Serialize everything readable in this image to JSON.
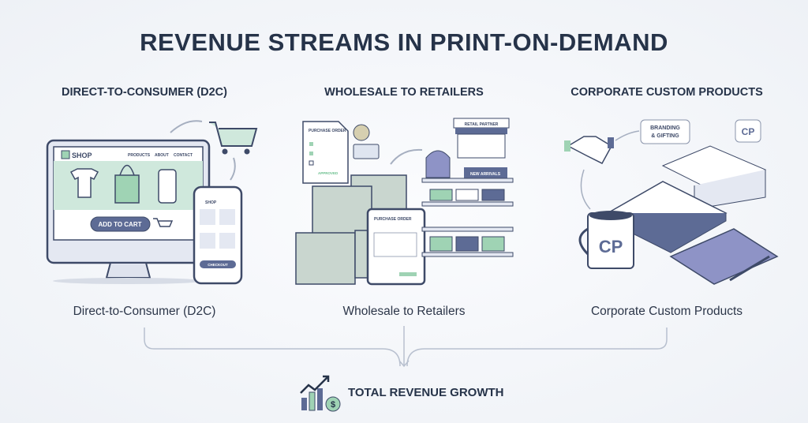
{
  "title": "REVENUE STREAMS IN PRINT-ON-DEMAND",
  "streams": [
    {
      "heading": "DIRECT-TO-CONSUMER (D2C)",
      "caption": "Direct-to-Consumer (D2C)",
      "illustration": {
        "shop_label": "SHOP",
        "nav": [
          "PRODUCTS",
          "ABOUT",
          "CONTACT"
        ],
        "button": "ADD TO CART",
        "phone_shop_label": "SHOP",
        "phone_button": "CHECKOUT"
      }
    },
    {
      "heading": "WHOLESALE TO RETAILERS",
      "caption": "Wholesale to Retailers",
      "illustration": {
        "purchase_order": "PURCHASE ORDER",
        "stamp": "APPROVED",
        "store_sign": "RETAIL PARTNER",
        "shelf_sign": "NEW ARRIVALS",
        "tablet_title": "PURCHASE ORDER"
      }
    },
    {
      "heading": "CORPORATE CUSTOM PRODUCTS",
      "caption": "Corporate Custom Products",
      "illustration": {
        "bubble": "BRANDING & GIFTING",
        "logo": "CP"
      }
    }
  ],
  "result": {
    "label": "TOTAL REVENUE GROWTH",
    "icon": "growth-chart-dollar-icon"
  },
  "colors": {
    "navy": "#263349",
    "slate": "#5d6b95",
    "mint": "#9fd3b4",
    "lavender": "#8e93c6",
    "line": "#b8c0cf"
  }
}
